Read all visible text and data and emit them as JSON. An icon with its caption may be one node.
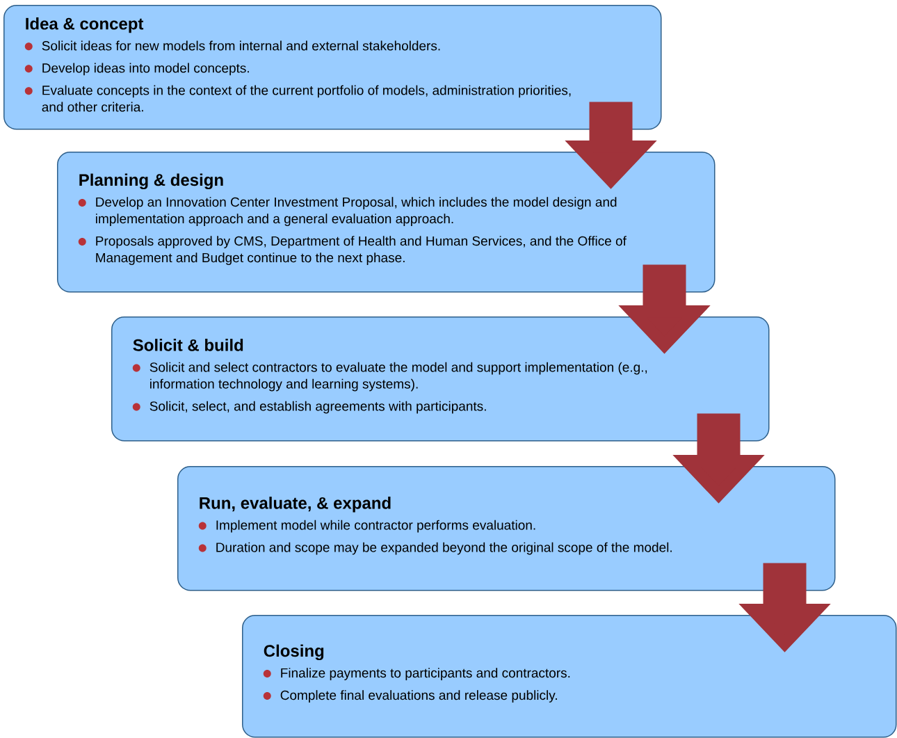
{
  "diagram": {
    "nodes": [
      {
        "text": [
          "Idea & concept",
          "Solicit ideas for new models from internal and external stakeholders.",
          "Develop ideas into model concepts.",
          "Evaluate concepts in the context of the current portfolio of models, administration priorities, and other criteria."
        ]
      },
      {
        "text": [
          "Planning & design",
          "Develop an Innovation Center Investment Proposal, which includes the model design and implementation approach and a general  evaluation approach.",
          "Proposals approved by CMS, Department of Health and Human Services, and the Office of Management and Budget continue to the next phase."
        ]
      },
      {
        "text": [
          "Solicit & build",
          "Solicit and select contractors to evaluate the model and support implementation (e.g., information technology and learning systems).",
          "Solicit, select, and establish agreements with participants."
        ]
      },
      {
        "text": [
          "Run, evaluate, & expand",
          "Implement model while contractor performs evaluation.",
          "Duration and scope may be expanded beyond the original scope of the model."
        ]
      },
      {
        "text": [
          "Closing",
          "Finalize payments to participants and contractors.",
          "Complete final evaluations and release publicly."
        ]
      }
    ],
    "edges": [
      {
        "from": 0,
        "to": 1,
        "arrow": "to"
      },
      {
        "from": 1,
        "to": 2,
        "arrow": "to"
      },
      {
        "from": 2,
        "to": 3,
        "arrow": "to"
      },
      {
        "from": 3,
        "to": 4,
        "arrow": "to"
      }
    ]
  }
}
